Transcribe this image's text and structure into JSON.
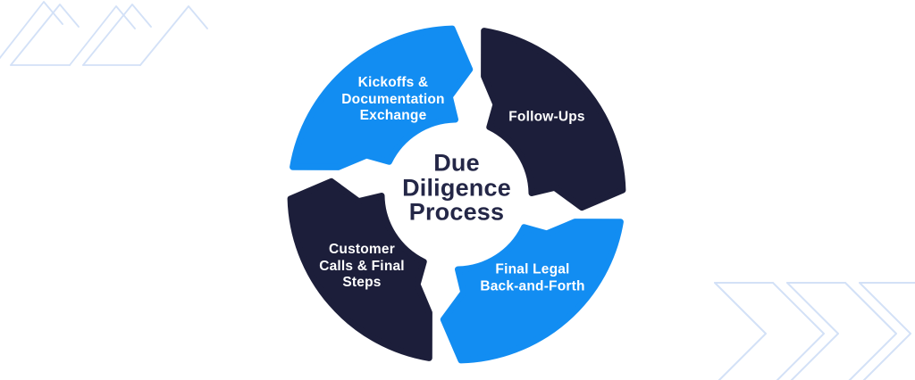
{
  "title": {
    "text": "Due\nDiligence\nProcess"
  },
  "segments": [
    {
      "id": "kickoffs",
      "label": "Kickoffs &\nDocumentation\nExchange",
      "color": "#128df2"
    },
    {
      "id": "follow-ups",
      "label": "Follow-Ups",
      "color": "#1c1e3a"
    },
    {
      "id": "final-legal",
      "label": "Final Legal\nBack-and-Forth",
      "color": "#128df2"
    },
    {
      "id": "customer-calls",
      "label": "Customer\nCalls & Final\nSteps",
      "color": "#1c1e3a"
    }
  ],
  "colors": {
    "blue": "#128df2",
    "navy": "#1c1e3a",
    "title_text": "#242747",
    "label_text": "#ffffff",
    "decoration": "#d3e1f7",
    "background": "#ffffff"
  }
}
